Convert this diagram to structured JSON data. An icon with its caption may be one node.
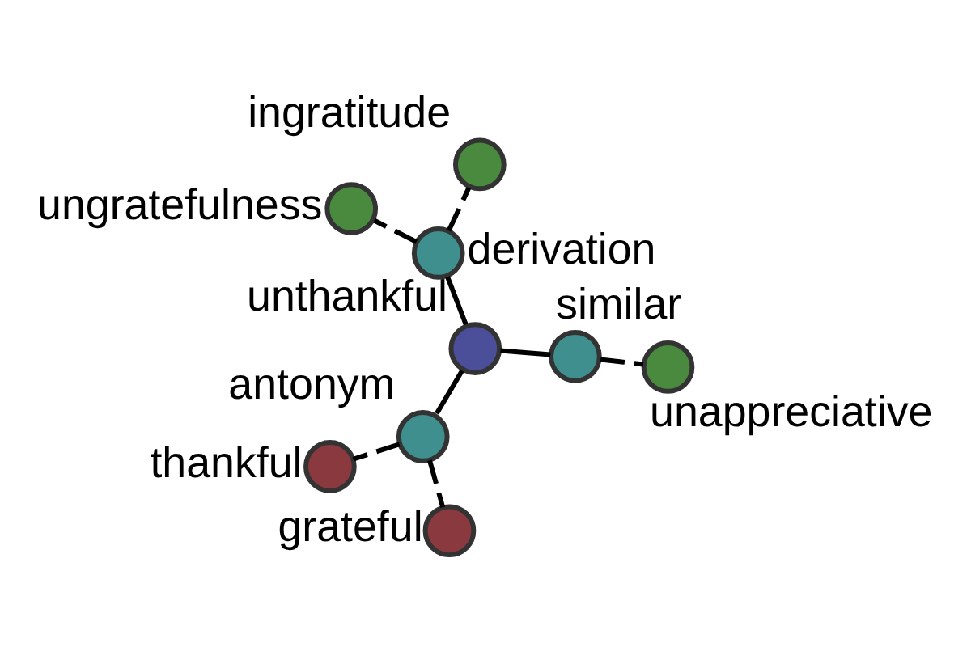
{
  "diagram": {
    "nodes": [
      {
        "text": [
          "unthankful"
        ]
      },
      {
        "text": [
          "similar"
        ]
      },
      {
        "text": [
          "unappreciative"
        ]
      },
      {
        "text": [
          "derivation"
        ]
      },
      {
        "text": [
          "ingratitude"
        ]
      },
      {
        "text": [
          "ungratefulness"
        ]
      },
      {
        "text": [
          "antonym"
        ]
      },
      {
        "text": [
          "grateful"
        ]
      },
      {
        "text": [
          "thankful"
        ]
      }
    ],
    "edges": [
      {
        "from": 0,
        "to": 1,
        "arrow": "none"
      },
      {
        "from": 1,
        "to": 2,
        "arrow": "none",
        "style": "dashed"
      },
      {
        "from": 0,
        "to": 3,
        "arrow": "none"
      },
      {
        "from": 3,
        "to": 4,
        "arrow": "none",
        "style": "dashed"
      },
      {
        "from": 3,
        "to": 5,
        "arrow": "none",
        "style": "dashed"
      },
      {
        "from": 0,
        "to": 6,
        "arrow": "none"
      },
      {
        "from": 6,
        "to": 7,
        "arrow": "none",
        "style": "dashed"
      },
      {
        "from": 6,
        "to": 8,
        "arrow": "none",
        "style": "dashed"
      }
    ]
  }
}
